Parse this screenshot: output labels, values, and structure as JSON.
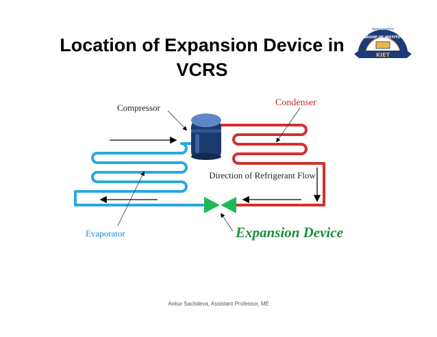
{
  "title": "Location of Expansion Device in VCRS",
  "logo": {
    "text": "KIET",
    "ring_text_top": "KIET GROUP OF INSTITUTIONS",
    "devanagari": "विद्यायाज्ञा तपसांविभव"
  },
  "labels": {
    "compressor": "Compressor",
    "condenser": "Condenser",
    "direction": "Direction of Refrigerant Flow",
    "evaporator": "Evaporator",
    "expansion": "Expansion Device"
  },
  "footer": "Ankur Sachdeva, Assistant Professor, ME",
  "colors": {
    "condenser_pipe": "#d32f2f",
    "evaporator_pipe": "#29a8e0",
    "expansion_valve": "#1db954",
    "compressor_body": "#1c3a6b",
    "compressor_top": "#5f86c7",
    "logo_navy": "#1e3a78",
    "logo_gold": "#e9b64c"
  }
}
